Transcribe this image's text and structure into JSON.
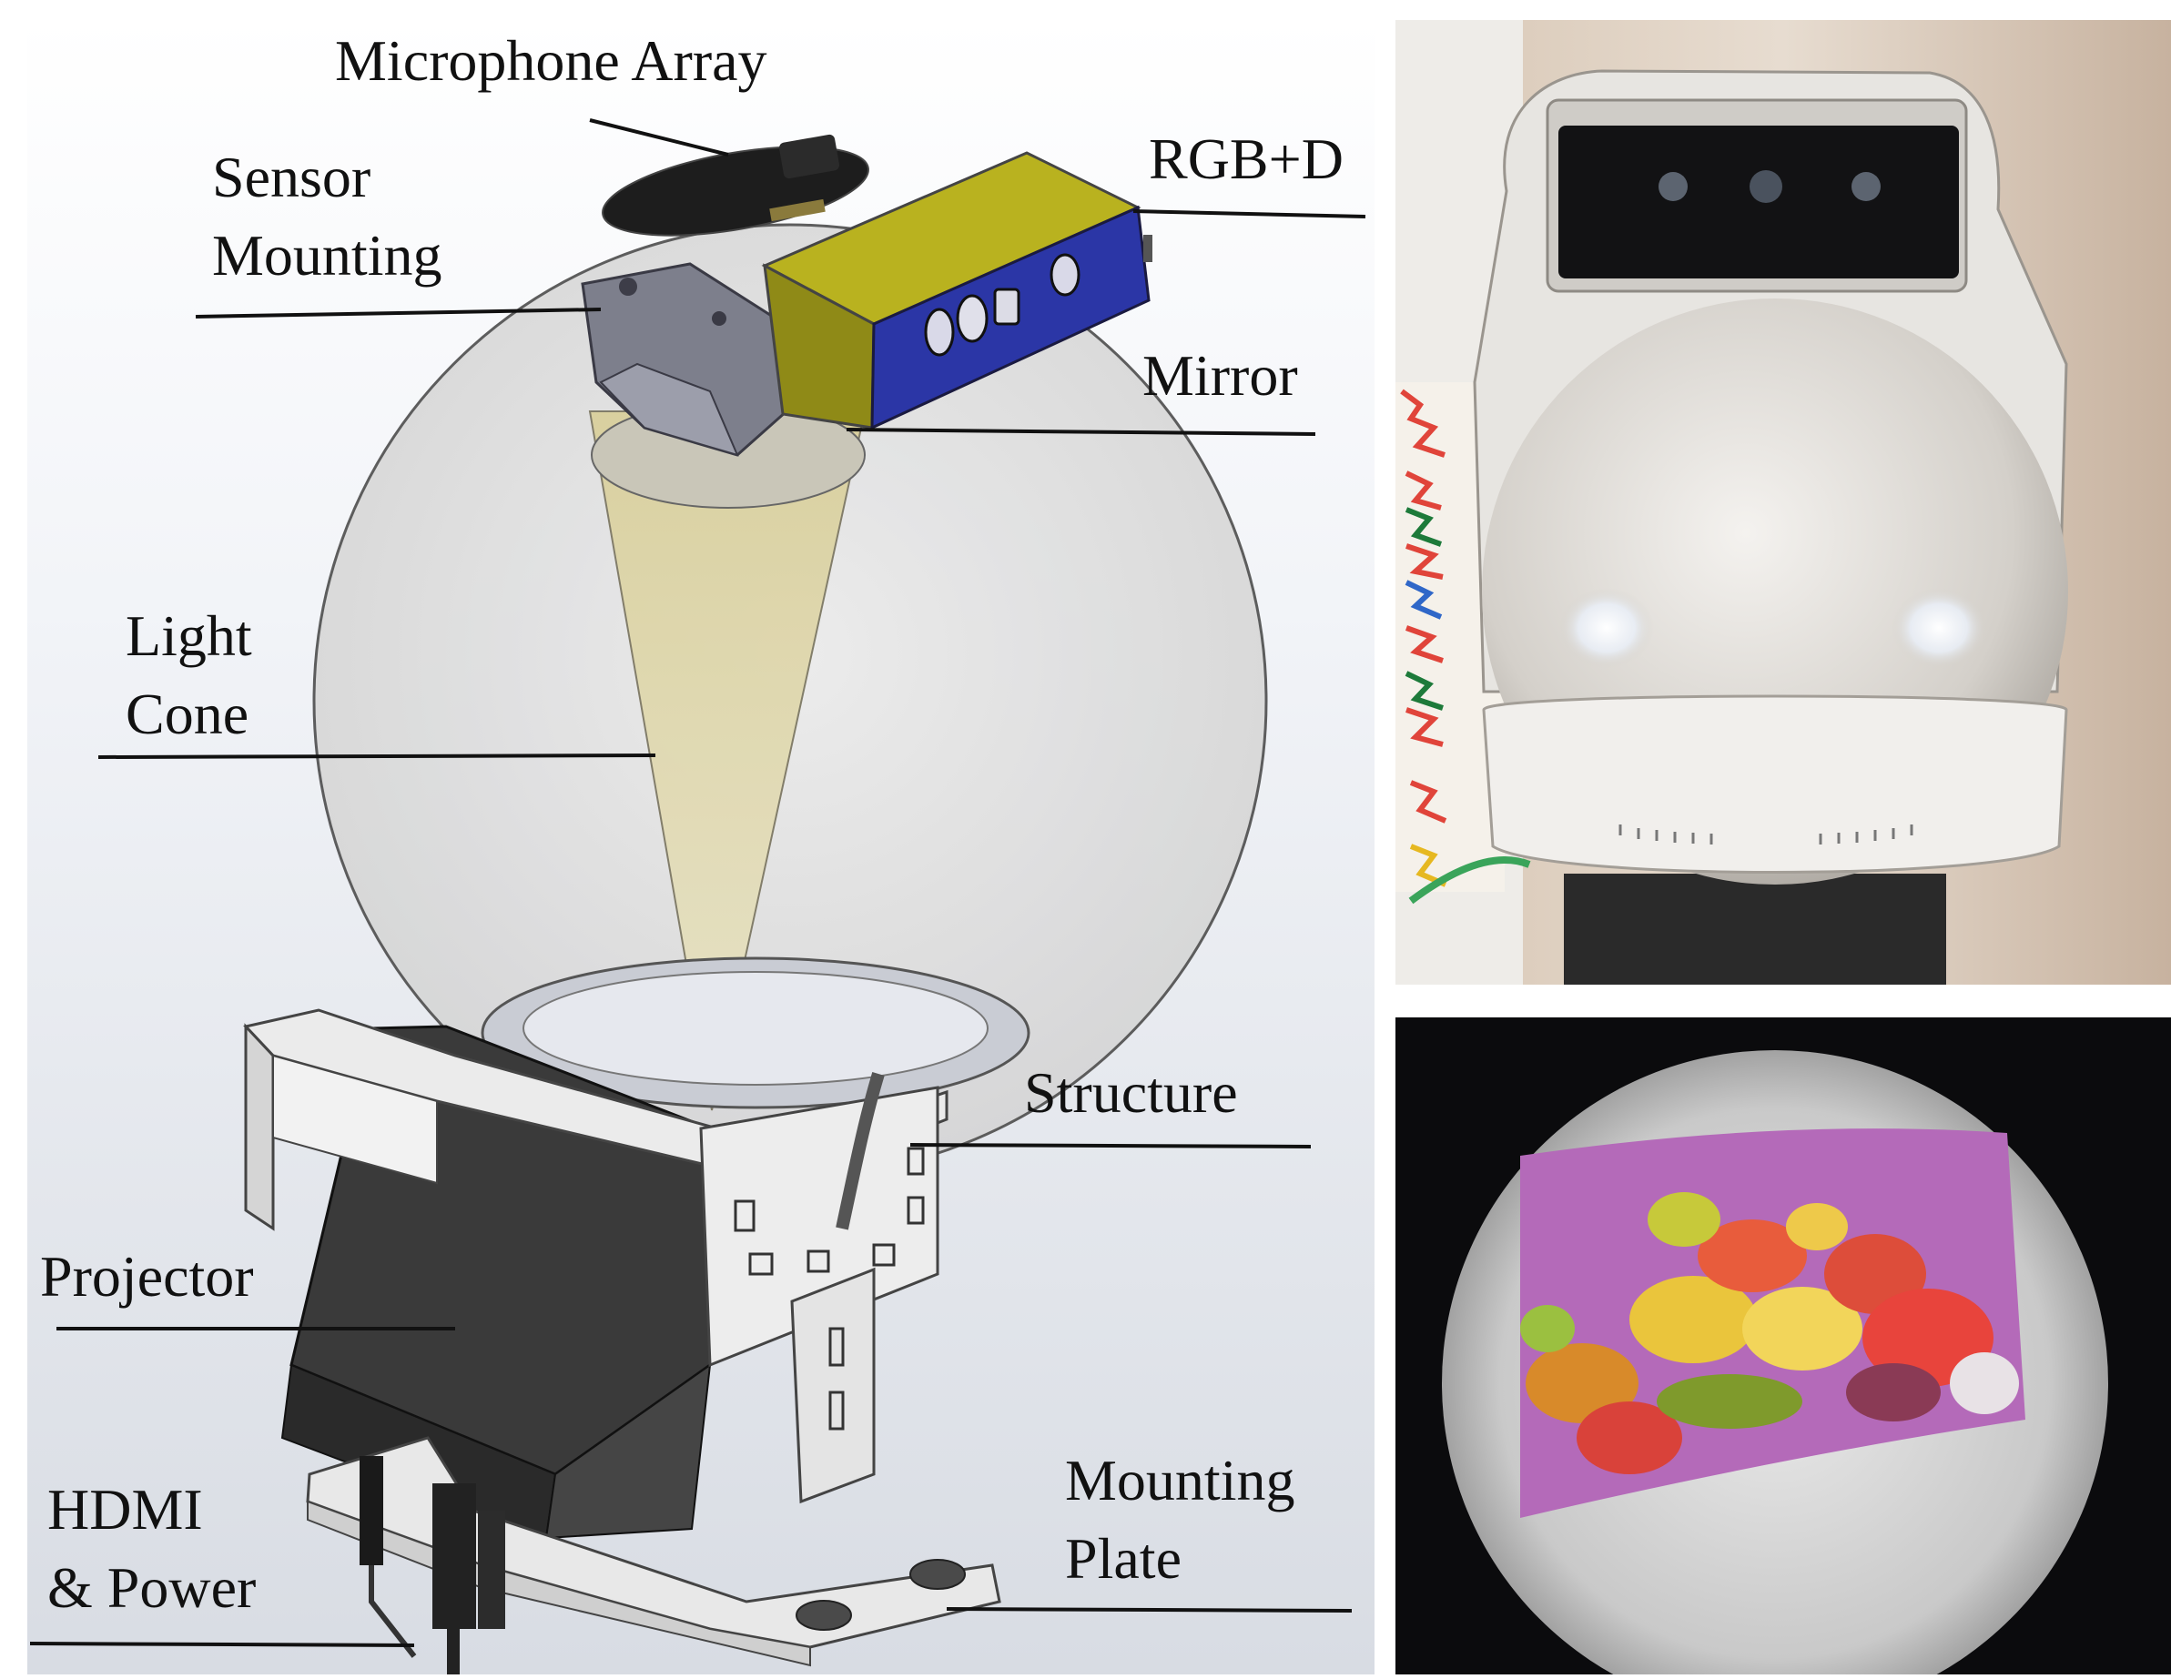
{
  "labels": {
    "microphone_array": "Microphone Array",
    "sensor_mounting": [
      "Sensor",
      "Mounting"
    ],
    "rgbd": "RGB+D",
    "mirror": "Mirror",
    "light_cone": [
      "Light",
      "Cone"
    ],
    "structure": "Structure",
    "projector": "Projector",
    "hdmi_power": [
      "HDMI",
      "& Power"
    ],
    "mounting_plate": [
      "Mounting",
      "Plate"
    ]
  },
  "colors": {
    "sensor_body": "#a19f1c",
    "sensor_face": "#2a35a3",
    "projector_body": "#333333",
    "sphere_fill": "#e4e4e4",
    "structure_fill": "#ececec",
    "light_cone": "#d9d2a2",
    "leader_line": "#111111"
  }
}
